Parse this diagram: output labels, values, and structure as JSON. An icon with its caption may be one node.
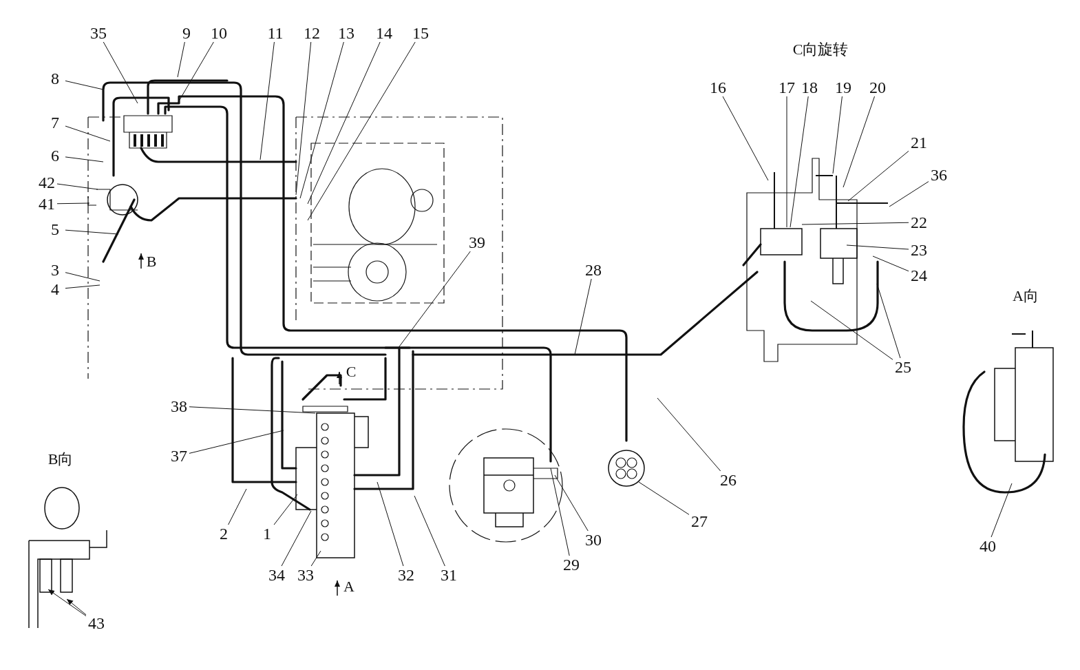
{
  "diagram": {
    "nodes": [
      {
        "text": [
          "35"
        ]
      },
      {
        "text": [
          "9"
        ]
      },
      {
        "text": [
          "10"
        ]
      },
      {
        "text": [
          "11"
        ]
      },
      {
        "text": [
          "12"
        ]
      },
      {
        "text": [
          "13"
        ]
      },
      {
        "text": [
          "14"
        ]
      },
      {
        "text": [
          "15"
        ]
      },
      {
        "text": [
          "8"
        ]
      },
      {
        "text": [
          "7"
        ]
      },
      {
        "text": [
          "6"
        ]
      },
      {
        "text": [
          "42"
        ]
      },
      {
        "text": [
          "41"
        ]
      },
      {
        "text": [
          "5"
        ]
      },
      {
        "text": [
          "3"
        ]
      },
      {
        "text": [
          "4"
        ]
      },
      {
        "text": [
          "16"
        ]
      },
      {
        "text": [
          "17"
        ]
      },
      {
        "text": [
          "18"
        ]
      },
      {
        "text": [
          "19"
        ]
      },
      {
        "text": [
          "20"
        ]
      },
      {
        "text": [
          "21"
        ]
      },
      {
        "text": [
          "36"
        ]
      },
      {
        "text": [
          "22"
        ]
      },
      {
        "text": [
          "23"
        ]
      },
      {
        "text": [
          "24"
        ]
      },
      {
        "text": [
          "25"
        ]
      },
      {
        "text": [
          "39"
        ]
      },
      {
        "text": [
          "28"
        ]
      },
      {
        "text": [
          "38"
        ]
      },
      {
        "text": [
          "37"
        ]
      },
      {
        "text": [
          "2"
        ]
      },
      {
        "text": [
          "1"
        ]
      },
      {
        "text": [
          "34"
        ]
      },
      {
        "text": [
          "33"
        ]
      },
      {
        "text": [
          "32"
        ]
      },
      {
        "text": [
          "31"
        ]
      },
      {
        "text": [
          "26"
        ]
      },
      {
        "text": [
          "27"
        ]
      },
      {
        "text": [
          "29"
        ]
      },
      {
        "text": [
          "30"
        ]
      },
      {
        "text": [
          "40"
        ]
      },
      {
        "text": [
          "43"
        ]
      }
    ],
    "edges": [
      {
        "from": 0,
        "to": null,
        "arrow": "none"
      },
      {
        "from": 1,
        "to": null,
        "arrow": "none"
      },
      {
        "from": 2,
        "to": null,
        "arrow": "none"
      },
      {
        "from": 3,
        "to": null,
        "arrow": "none"
      },
      {
        "from": 4,
        "to": null,
        "arrow": "none"
      },
      {
        "from": 5,
        "to": null,
        "arrow": "none"
      },
      {
        "from": 6,
        "to": null,
        "arrow": "none"
      },
      {
        "from": 7,
        "to": null,
        "arrow": "none"
      },
      {
        "from": 8,
        "to": null,
        "arrow": "none"
      },
      {
        "from": 9,
        "to": null,
        "arrow": "none"
      },
      {
        "from": 10,
        "to": null,
        "arrow": "none"
      },
      {
        "from": 11,
        "to": null,
        "arrow": "none"
      },
      {
        "from": 12,
        "to": null,
        "arrow": "none"
      },
      {
        "from": 13,
        "to": null,
        "arrow": "none"
      },
      {
        "from": 14,
        "to": null,
        "arrow": "none"
      },
      {
        "from": 15,
        "to": null,
        "arrow": "none"
      },
      {
        "from": 16,
        "to": null,
        "arrow": "none"
      },
      {
        "from": 17,
        "to": null,
        "arrow": "none"
      },
      {
        "from": 18,
        "to": null,
        "arrow": "none"
      },
      {
        "from": 19,
        "to": null,
        "arrow": "none"
      },
      {
        "from": 20,
        "to": null,
        "arrow": "none"
      },
      {
        "from": 21,
        "to": null,
        "arrow": "none"
      },
      {
        "from": 22,
        "to": null,
        "arrow": "none"
      },
      {
        "from": 23,
        "to": null,
        "arrow": "none"
      },
      {
        "from": 24,
        "to": null,
        "arrow": "none"
      },
      {
        "from": 25,
        "to": null,
        "arrow": "none"
      },
      {
        "from": 26,
        "to": null,
        "arrow": "none"
      },
      {
        "from": 26,
        "to": null,
        "arrow": "none"
      },
      {
        "from": 27,
        "to": null,
        "arrow": "none"
      },
      {
        "from": 28,
        "to": null,
        "arrow": "none"
      },
      {
        "from": 29,
        "to": null,
        "arrow": "none"
      },
      {
        "from": 30,
        "to": null,
        "arrow": "none"
      },
      {
        "from": 31,
        "to": null,
        "arrow": "none"
      },
      {
        "from": 32,
        "to": null,
        "arrow": "none"
      },
      {
        "from": 33,
        "to": null,
        "arrow": "none"
      },
      {
        "from": 34,
        "to": null,
        "arrow": "none"
      },
      {
        "from": 35,
        "to": null,
        "arrow": "none"
      },
      {
        "from": 36,
        "to": null,
        "arrow": "none"
      },
      {
        "from": 37,
        "to": null,
        "arrow": "none"
      },
      {
        "from": 38,
        "to": null,
        "arrow": "none"
      },
      {
        "from": 39,
        "to": null,
        "arrow": "none"
      },
      {
        "from": 40,
        "to": null,
        "arrow": "none"
      },
      {
        "from": 41,
        "to": null,
        "arrow": "none"
      },
      {
        "from": 42,
        "to": null,
        "arrow": "to"
      },
      {
        "from": 42,
        "to": null,
        "arrow": "to"
      }
    ],
    "labels": [
      "C向旋转",
      "B",
      "A向",
      "C",
      "B向",
      "A"
    ]
  }
}
